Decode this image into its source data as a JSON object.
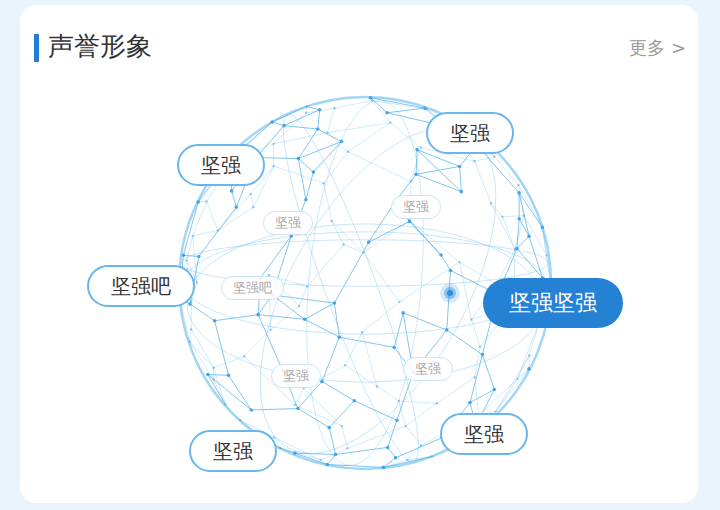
{
  "diagram": {
    "title": "声誉形象",
    "nodes": [
      {
        "text": [
          "坚强"
        ]
      },
      {
        "text": [
          "坚强"
        ]
      },
      {
        "text": [
          "坚强"
        ]
      },
      {
        "text": [
          "坚强"
        ]
      },
      {
        "text": [
          "坚强吧"
        ]
      },
      {
        "text": [
          "坚强吧"
        ]
      },
      {
        "text": [
          "坚强坚强"
        ]
      },
      {
        "text": [
          "坚强"
        ]
      },
      {
        "text": [
          "坚强"
        ]
      },
      {
        "text": [
          "坚强"
        ]
      },
      {
        "text": [
          "坚强"
        ]
      }
    ],
    "labels": [
      "更多 >"
    ]
  }
}
